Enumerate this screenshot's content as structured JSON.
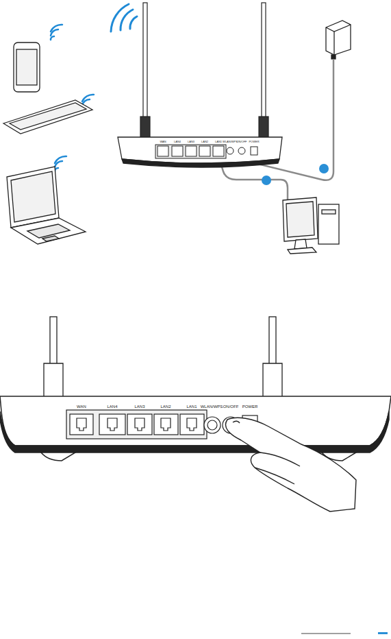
{
  "diagram": {
    "labels": [
      "WAN",
      "LAN4",
      "LAN3",
      "LAN2",
      "LAN1",
      "WLAN/WPS",
      "ON/OFF",
      "POWER",
      "WAN",
      "LAN4",
      "LAN3",
      "LAN2",
      "LAN1",
      "WLAN/WPS",
      "ON/OFF",
      "POWER"
    ]
  }
}
